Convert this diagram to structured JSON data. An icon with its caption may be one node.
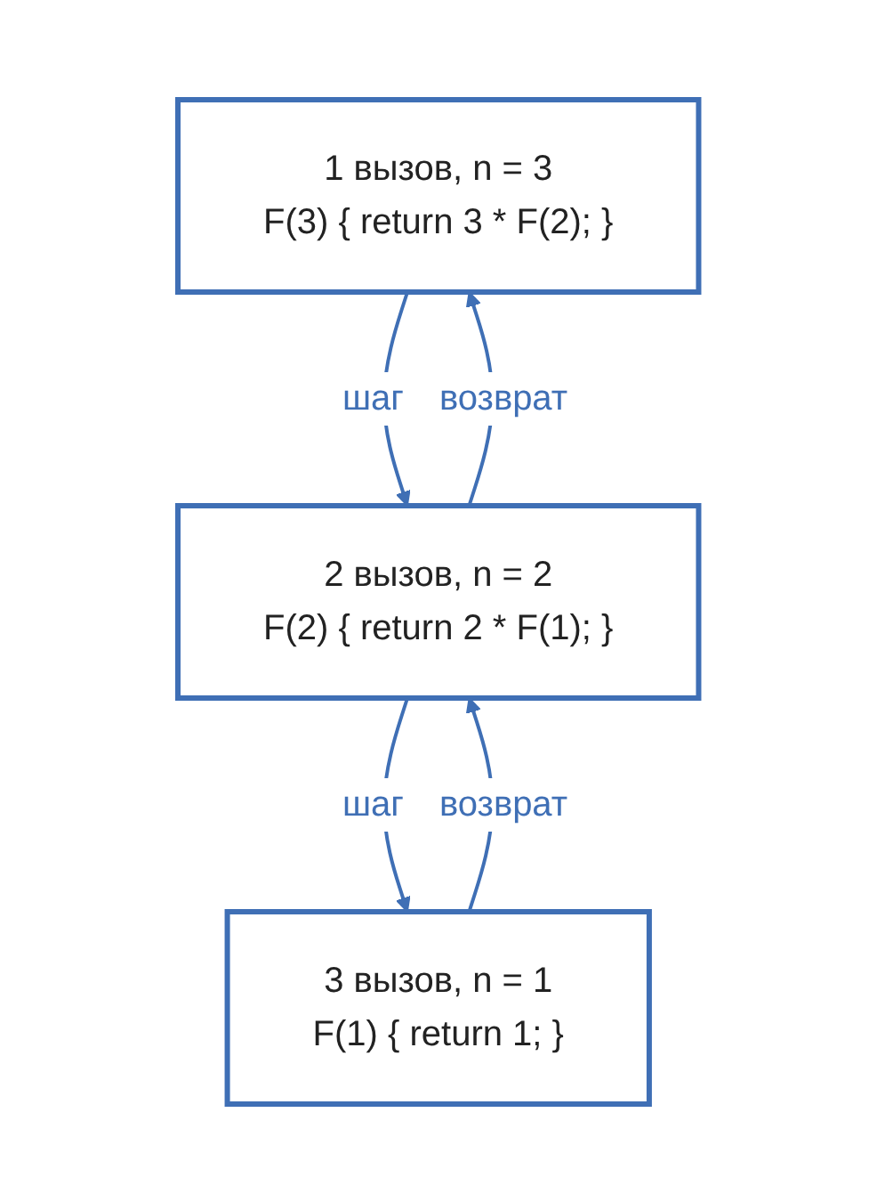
{
  "diagram": {
    "nodes": [
      {
        "text": [
          "1 вызов, n = 3",
          "F(3) { return 3 * F(2); }"
        ]
      },
      {
        "text": [
          "2 вызов, n = 2",
          "F(2) { return 2 * F(1); }"
        ]
      },
      {
        "text": [
          "3 вызов, n = 1",
          "F(1) { return 1; }"
        ]
      }
    ],
    "edges": [
      {
        "from": 0,
        "to": 1,
        "arrow": "to",
        "label": "шаг"
      },
      {
        "from": 1,
        "to": 0,
        "arrow": "to",
        "label": "возврат"
      },
      {
        "from": 1,
        "to": 2,
        "arrow": "to",
        "label": "шаг"
      },
      {
        "from": 2,
        "to": 1,
        "arrow": "to",
        "label": "возврат"
      }
    ]
  }
}
